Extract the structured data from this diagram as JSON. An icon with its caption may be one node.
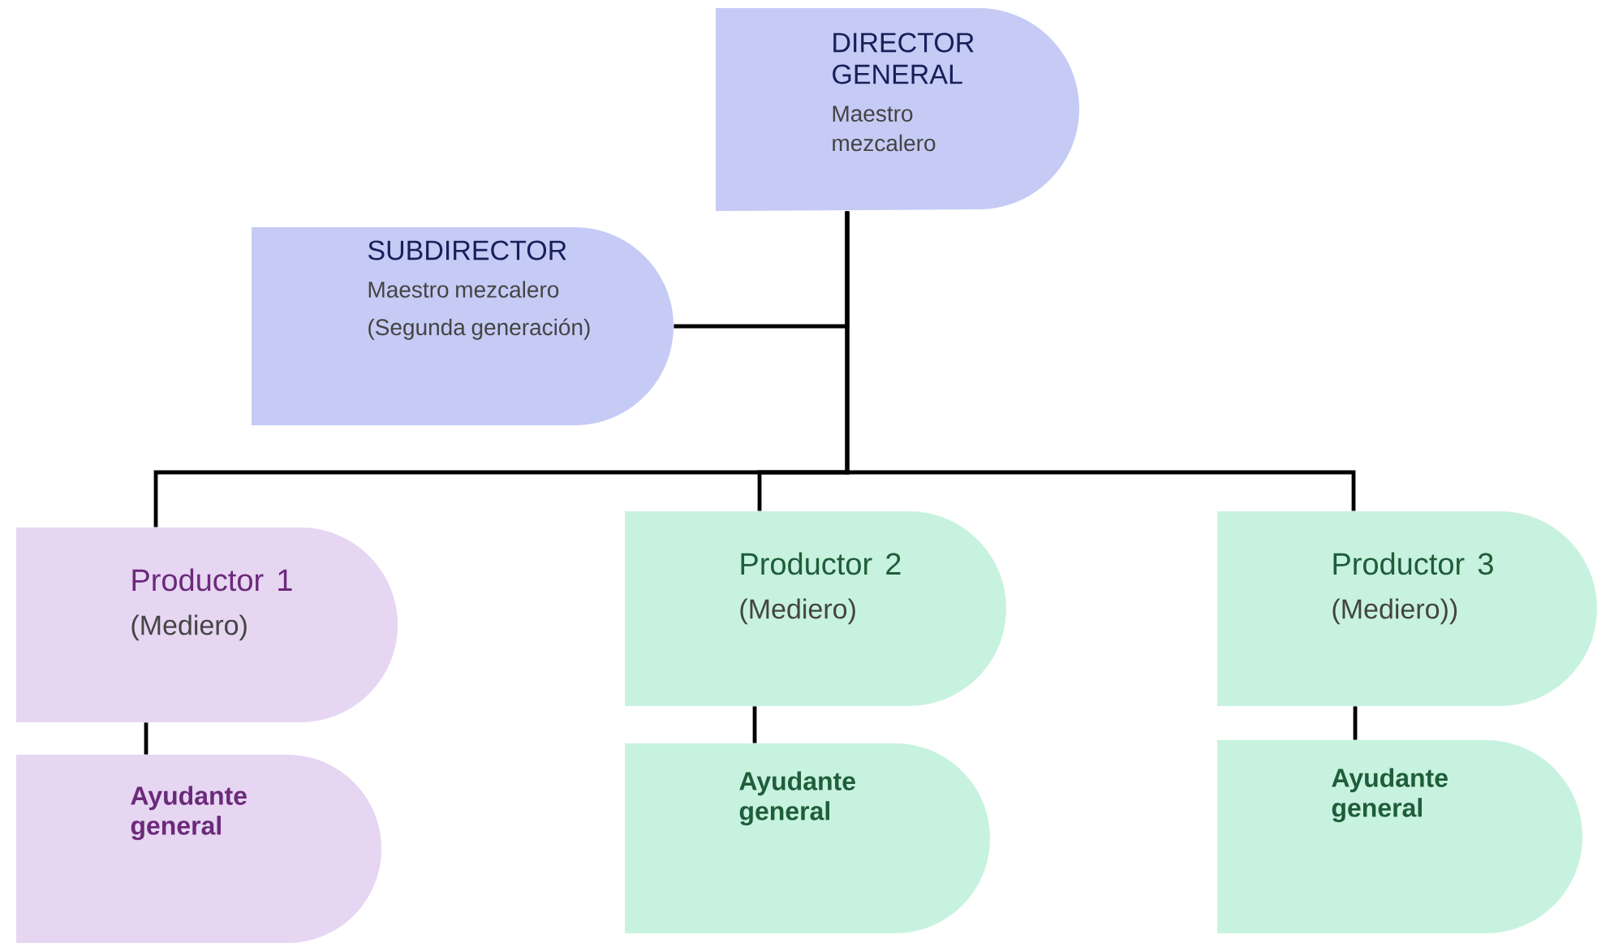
{
  "diagram": {
    "nodes": [
      {
        "text": [
          "DIRECTOR GENERAL",
          "Maestro mezcalero"
        ]
      },
      {
        "text": [
          "SUBDIRECTOR",
          "Maestro mezcalero",
          "(Segunda generación)"
        ]
      },
      {
        "text": [
          "Productor 1",
          "(Mediero)"
        ]
      },
      {
        "text": [
          "Productor 2",
          "(Mediero)"
        ]
      },
      {
        "text": [
          "Productor 3",
          "(Mediero))"
        ]
      },
      {
        "text": [
          "Ayudante general"
        ]
      },
      {
        "text": [
          "Ayudante general"
        ]
      },
      {
        "text": [
          "Ayudante general"
        ]
      }
    ],
    "edges": [
      {
        "from": 0,
        "to": 1,
        "arrow": "none"
      },
      {
        "from": 0,
        "to": 2,
        "arrow": "none"
      },
      {
        "from": 0,
        "to": 3,
        "arrow": "none"
      },
      {
        "from": 0,
        "to": 4,
        "arrow": "none"
      },
      {
        "from": 2,
        "to": 5,
        "arrow": "none"
      },
      {
        "from": 3,
        "to": 6,
        "arrow": "none"
      },
      {
        "from": 4,
        "to": 7,
        "arrow": "none"
      }
    ]
  }
}
